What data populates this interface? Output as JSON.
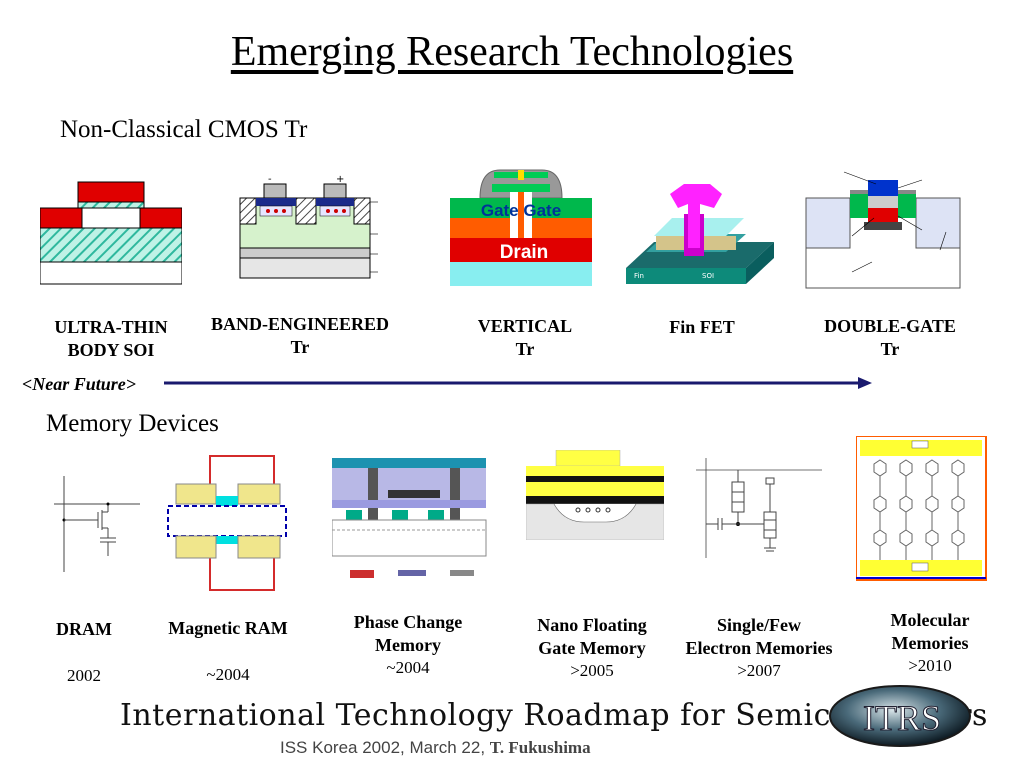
{
  "title": "Emerging Research Technologies",
  "sections": {
    "cmos": "Non-Classical CMOS Tr",
    "memory": "Memory Devices"
  },
  "timeline_label": "<Near Future>",
  "cmos_devices": [
    {
      "line1": "ULTRA-THIN",
      "line2": "BODY SOI"
    },
    {
      "line1": "BAND-ENGINEERED",
      "line2": "Tr"
    },
    {
      "line1": "VERTICAL",
      "line2": "Tr"
    },
    {
      "line1": "Fin FET",
      "line2": ""
    },
    {
      "line1": "DOUBLE-GATE",
      "line2": "Tr"
    }
  ],
  "vertical_fig": {
    "gate_text": "Gate Gate",
    "drain_text": "Drain"
  },
  "memory_devices": [
    {
      "line1": "DRAM",
      "line2": "",
      "year": "2002"
    },
    {
      "line1": "Magnetic RAM",
      "line2": "",
      "year": "~2004"
    },
    {
      "line1": "Phase Change",
      "line2": "Memory",
      "year": "~2004"
    },
    {
      "line1": "Nano Floating",
      "line2": "Gate Memory",
      "year": ">2005"
    },
    {
      "line1": "Single/Few",
      "line2": "Electron Memories",
      "year": ">2007"
    },
    {
      "line1": "Molecular",
      "line2": "Memories",
      "year": ">2010"
    }
  ],
  "footer": {
    "org": "International Technology Roadmap for Semiconductors",
    "event": "ISS Korea 2002, March 22, ",
    "author": "T. Fukushima",
    "logo_text": "ITRS"
  },
  "colors": {
    "timeline": "#1a1a6e",
    "red": "#e00000",
    "teal": "#3fbfa9",
    "yellow": "#ffff00"
  }
}
